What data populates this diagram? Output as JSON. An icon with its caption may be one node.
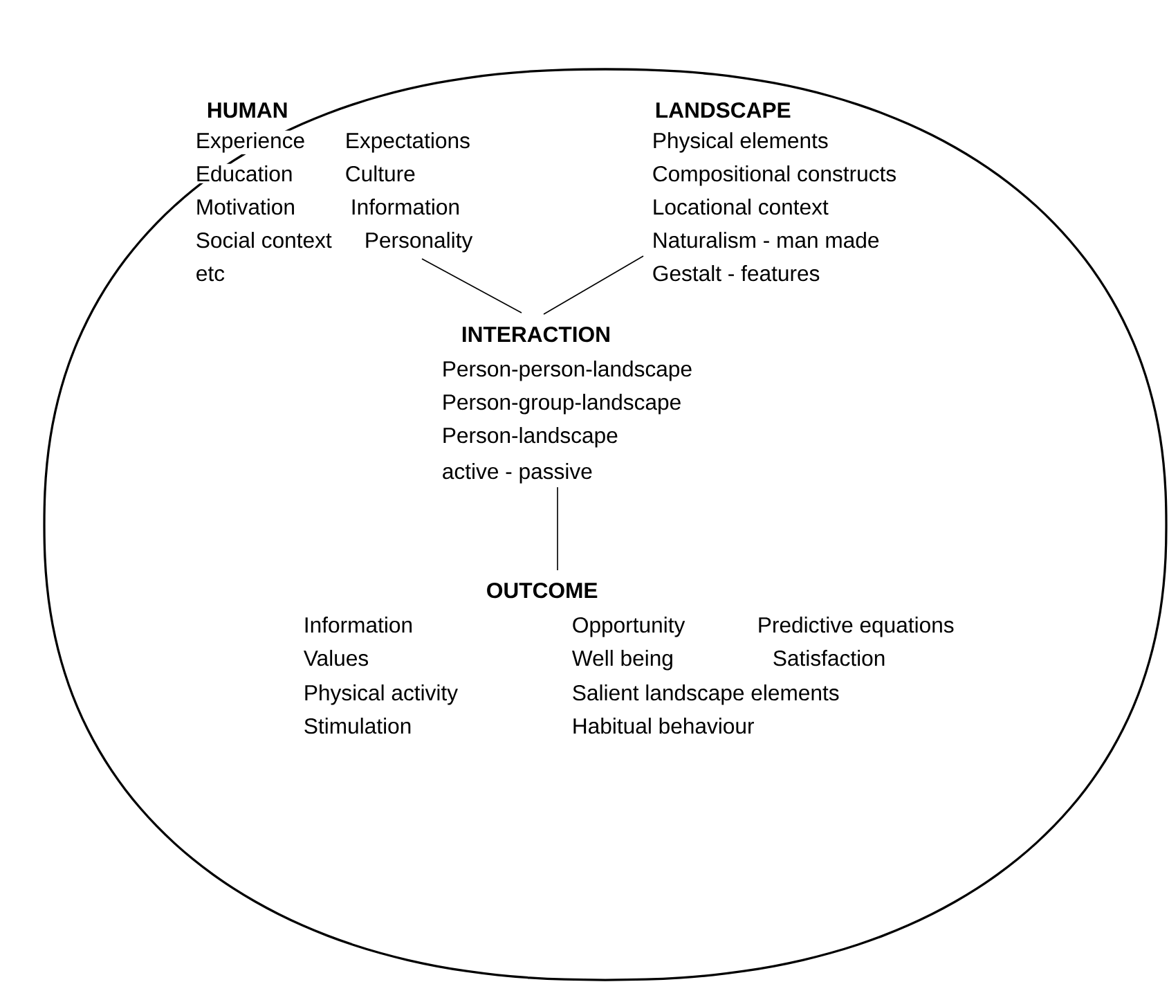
{
  "diagram": {
    "nodes": [
      {
        "text": [],
        "shape": "ellipse"
      },
      {
        "text": [
          "HUMAN",
          "Experience",
          "Expectations",
          "Education",
          "Culture",
          "Motivation",
          "Information",
          "Social context",
          "Personality",
          "etc"
        ],
        "in": 0
      },
      {
        "text": [
          "LANDSCAPE",
          "Physical elements",
          "Compositional constructs",
          "Locational context",
          "Naturalism - man made",
          "Gestalt - features"
        ],
        "in": 0
      },
      {
        "text": [
          "INTERACTION",
          "Person-person-landscape",
          "Person-group-landscape",
          "Person-landscape",
          "active - passive"
        ],
        "in": 0
      },
      {
        "text": [
          "OUTCOME",
          "Information",
          "Opportunity",
          "Predictive equations",
          "Values",
          "Well being",
          "Satisfaction",
          "Physical activity",
          "Salient landscape elements",
          "Stimulation",
          "Habitual behaviour"
        ],
        "in": 0
      }
    ],
    "edges": [
      {
        "from": 1,
        "to": 3,
        "arrow": "none"
      },
      {
        "from": 2,
        "to": 3,
        "arrow": "none"
      },
      {
        "from": 3,
        "to": 4,
        "arrow": "none"
      }
    ]
  }
}
